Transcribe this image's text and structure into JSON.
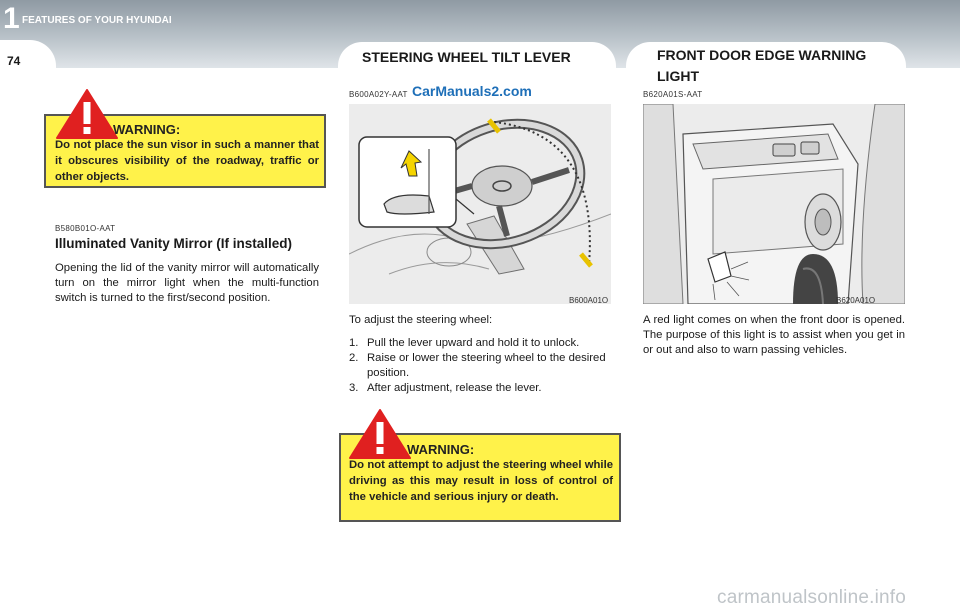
{
  "header": {
    "chapter_number": "1",
    "chapter_title": "FEATURES OF YOUR HYUNDAI",
    "page_number": "74"
  },
  "left": {
    "warning": {
      "title": "WARNING:",
      "text": "Do not place the sun visor in such a manner that it obscures visibility of the roadway, traffic or other objects."
    },
    "section_code": "B580B01O-AAT",
    "heading": "Illuminated Vanity Mirror (If installed)",
    "body": "Opening the lid of the vanity mirror will automatically turn on the mirror light when the multi-function switch is turned to the first/second position."
  },
  "middle": {
    "title": "STEERING WHEEL TILT LEVER",
    "section_code": "B600A02Y-AAT",
    "watermark": "CarManuals2.com",
    "figure_code": "B600A01O",
    "intro": "To adjust the steering wheel:",
    "steps": [
      {
        "n": "1.",
        "text": "Pull the lever upward and hold it to unlock."
      },
      {
        "n": "2.",
        "text": "Raise or lower the steering wheel to the desired position."
      },
      {
        "n": "3.",
        "text": "After adjustment, release the lever."
      }
    ],
    "warning": {
      "title": "WARNING:",
      "text": "Do not attempt to adjust the steering wheel while driving as this may result in loss of control of the vehicle and serious injury or death."
    }
  },
  "right": {
    "title": "FRONT DOOR EDGE WARNING LIGHT",
    "section_code": "B620A01S-AAT",
    "figure_code": "B620A01O",
    "body": "A red light comes on when the front door is opened. The purpose of this light is to assist when you get in or out and also to warn passing vehicles."
  },
  "footer": {
    "watermark": "carmanualsonline.info"
  },
  "colors": {
    "warning_bg": "#fff24a",
    "header_gray": "#a9b3bb",
    "watermark_blue": "#1e6fb8"
  },
  "icons": [
    "warning-triangle-icon",
    "warning-triangle-icon"
  ]
}
